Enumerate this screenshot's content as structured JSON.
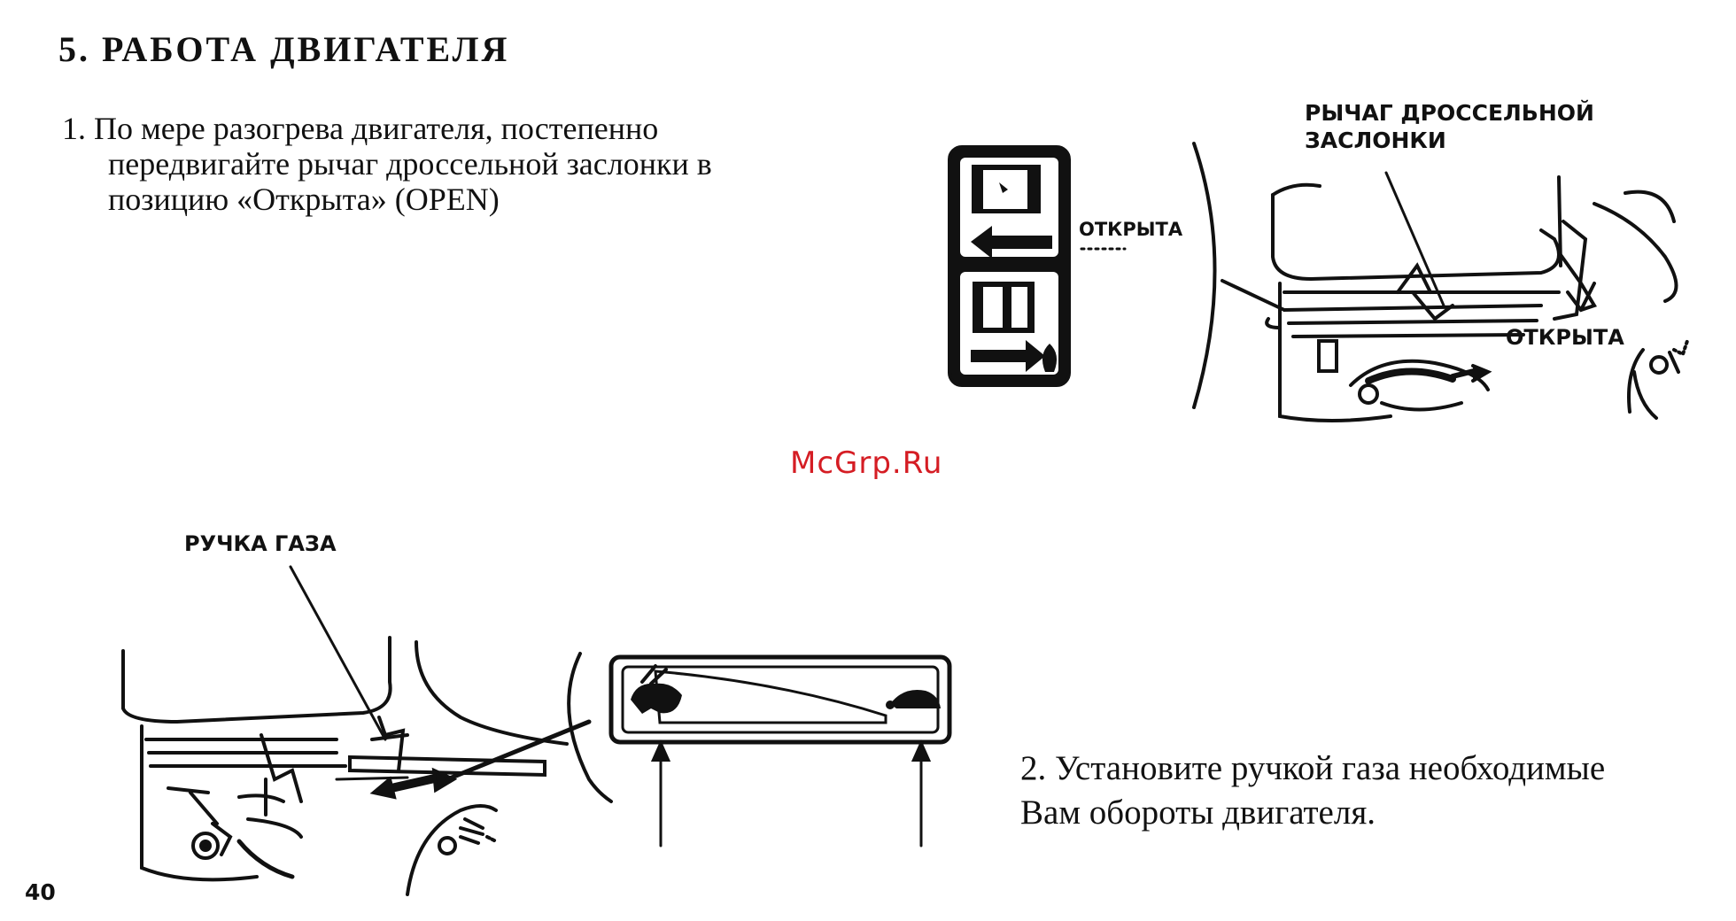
{
  "section": {
    "heading": "5. РАБОТА ДВИГАТЕЛЯ"
  },
  "step1": {
    "line1": "1.  По мере разогрева двигателя, постепенно",
    "line2": "передвигайте рычаг дроссельной заслонки в",
    "line3": "позицию «Открыта» (OPEN)"
  },
  "step2": {
    "line1": "2. Установите ручкой газа необходимые",
    "line2": "Вам обороты двигателя."
  },
  "figure_choke": {
    "lever_label_line1": "РЫЧАГ ДРОССЕЛЬНОЙ",
    "lever_label_line2": "ЗАСЛОНКИ",
    "open_label_panel": "ОТКРЫТА",
    "open_label_engine": "ОТКРЫТА"
  },
  "figure_throttle": {
    "handle_label": "РУЧКА ГАЗА",
    "fast_icon": "rabbit-icon",
    "slow_icon": "turtle-icon"
  },
  "watermark": "McGrp.Ru",
  "page_number": "40"
}
